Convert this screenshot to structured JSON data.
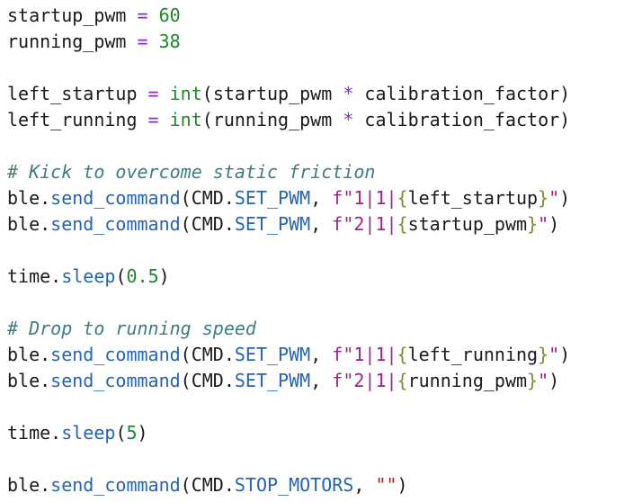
{
  "code": {
    "line1": {
      "var": "startup_pwm",
      "op": "=",
      "val": "60"
    },
    "line2": {
      "var": "running_pwm",
      "op": "=",
      "val": "38"
    },
    "line4": {
      "var": "left_startup",
      "op": "=",
      "fn": "int",
      "open": "(",
      "arg": "startup_pwm",
      "mul": "*",
      "factor": "calibration_factor",
      "close": ")"
    },
    "line5": {
      "var": "left_running",
      "op": "=",
      "fn": "int",
      "open": "(",
      "arg": "running_pwm",
      "mul": "*",
      "factor": "calibration_factor",
      "close": ")"
    },
    "comment1": "# Kick to overcome static friction",
    "line8": {
      "obj": "ble",
      "dot": ".",
      "method": "send_command",
      "open": "(",
      "cmd": "CMD",
      "dot2": ".",
      "const": "SET_PWM",
      "comma": ", ",
      "fprefix": "f\"1|1|",
      "lbrace": "{",
      "expr": "left_startup",
      "rbrace": "}",
      "fsuffix": "\"",
      "close": ")"
    },
    "line9": {
      "obj": "ble",
      "dot": ".",
      "method": "send_command",
      "open": "(",
      "cmd": "CMD",
      "dot2": ".",
      "const": "SET_PWM",
      "comma": ", ",
      "fprefix": "f\"2|1|",
      "lbrace": "{",
      "expr": "startup_pwm",
      "rbrace": "}",
      "fsuffix": "\"",
      "close": ")"
    },
    "line11": {
      "obj": "time",
      "dot": ".",
      "method": "sleep",
      "open": "(",
      "val": "0.5",
      "close": ")"
    },
    "comment2": "# Drop to running speed",
    "line14": {
      "obj": "ble",
      "dot": ".",
      "method": "send_command",
      "open": "(",
      "cmd": "CMD",
      "dot2": ".",
      "const": "SET_PWM",
      "comma": ", ",
      "fprefix": "f\"1|1|",
      "lbrace": "{",
      "expr": "left_running",
      "rbrace": "}",
      "fsuffix": "\"",
      "close": ")"
    },
    "line15": {
      "obj": "ble",
      "dot": ".",
      "method": "send_command",
      "open": "(",
      "cmd": "CMD",
      "dot2": ".",
      "const": "SET_PWM",
      "comma": ", ",
      "fprefix": "f\"2|1|",
      "lbrace": "{",
      "expr": "running_pwm",
      "rbrace": "}",
      "fsuffix": "\"",
      "close": ")"
    },
    "line17": {
      "obj": "time",
      "dot": ".",
      "method": "sleep",
      "open": "(",
      "val": "5",
      "close": ")"
    },
    "line19": {
      "obj": "ble",
      "dot": ".",
      "method": "send_command",
      "open": "(",
      "cmd": "CMD",
      "dot2": ".",
      "const": "STOP_MOTORS",
      "comma": ", ",
      "str": "\"\"",
      "close": ")"
    }
  }
}
